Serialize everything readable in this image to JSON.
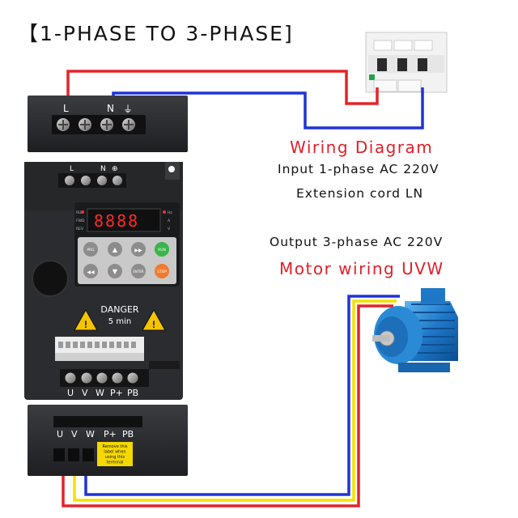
{
  "title": "【1-PHASE TO 3-PHASE]",
  "wiring": {
    "title": "Wiring Diagram",
    "input": "Input 1-phase AC 220V",
    "extension": "Extension cord LN"
  },
  "output": {
    "line": "Output 3-phase AC 220V",
    "title": "Motor wiring UVW"
  },
  "top_terminal": {
    "l": "L",
    "n": "N",
    "ground": "⏚"
  },
  "vfd": {
    "input_terminals": {
      "l": "L",
      "n": "N",
      "ground": "⊕"
    },
    "display": "8888",
    "indicators_left": [
      "RUN",
      "FWD",
      "REV"
    ],
    "indicators_right": [
      "Hz",
      "A",
      "V"
    ],
    "keys": {
      "prg": "PRG",
      "up": "▲",
      "fwd": "▶▶",
      "run": "RUN",
      "shift": "◀◀",
      "down": "▼",
      "enter": "ENTER",
      "stop": "STOP"
    },
    "danger": {
      "title": "DANGER",
      "time": "5 min"
    },
    "output_terminals": [
      "U",
      "V",
      "W",
      "P+",
      "PB"
    ]
  },
  "bottom_terminal": {
    "labels": [
      "U",
      "V",
      "W",
      "P+",
      "PB"
    ],
    "sticker": [
      "Remove this",
      "label when",
      "using this",
      "terminal"
    ]
  },
  "colors": {
    "red": "#e3242b",
    "blue": "#1f33d6",
    "yellow": "#f4e000",
    "title_red": "#e0202a"
  }
}
